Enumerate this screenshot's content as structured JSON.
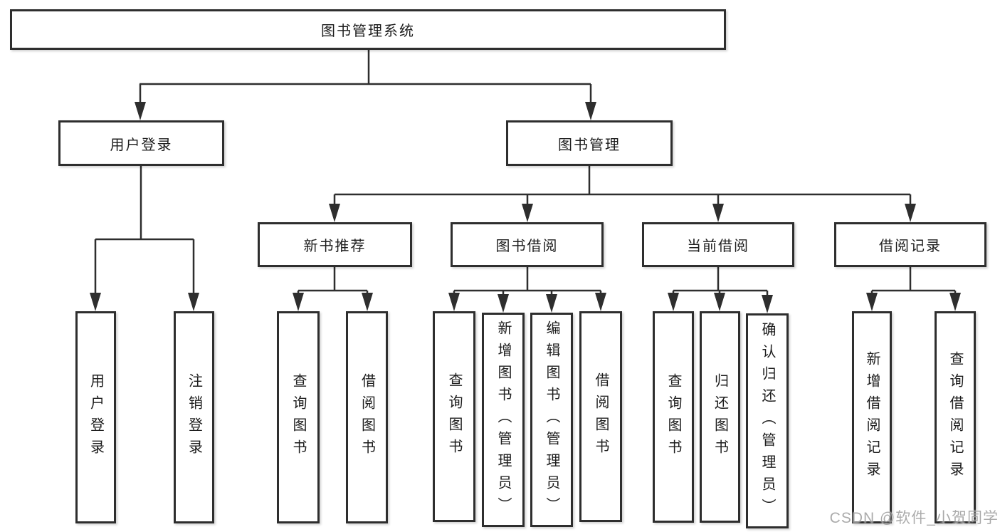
{
  "meta": {
    "colors": {
      "line": "#2e2e2e",
      "box_background": "#ffffff",
      "text": "#1d1d1d",
      "watermark": "#a0a0a0"
    }
  },
  "watermark": "CSDN @软件_小贺同学",
  "tree": {
    "root": {
      "label": "图书管理系统",
      "children": [
        {
          "label": "用户登录",
          "children": [
            {
              "label": "用户登录"
            },
            {
              "label": "注销登录"
            }
          ]
        },
        {
          "label": "图书管理",
          "children": [
            {
              "label": "新书推荐",
              "children": [
                {
                  "label": "查询图书"
                },
                {
                  "label": "借阅图书"
                }
              ]
            },
            {
              "label": "图书借阅",
              "children": [
                {
                  "label": "查询图书"
                },
                {
                  "label": "新增图书（管理员）"
                },
                {
                  "label": "编辑图书（管理员）"
                },
                {
                  "label": "借阅图书"
                }
              ]
            },
            {
              "label": "当前借阅",
              "children": [
                {
                  "label": "查询图书"
                },
                {
                  "label": "归还图书"
                },
                {
                  "label": "确认归还（管理员）"
                }
              ]
            },
            {
              "label": "借阅记录",
              "children": [
                {
                  "label": "新增借阅记录"
                },
                {
                  "label": "查询借阅记录"
                }
              ]
            }
          ]
        }
      ]
    }
  }
}
